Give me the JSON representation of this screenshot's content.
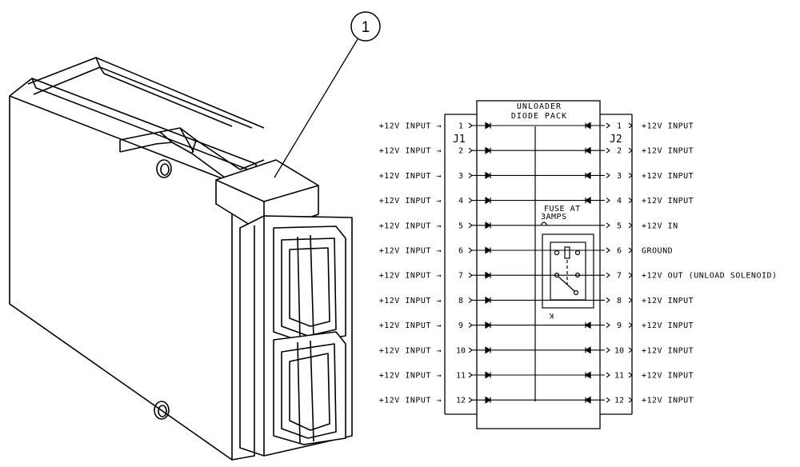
{
  "callout": {
    "number": "1"
  },
  "pack": {
    "title_line1": "UNLOADER",
    "title_line2": "DIODE PACK",
    "j1_label": "J1",
    "j2_label": "J2",
    "fuse_line1": "FUSE AT",
    "fuse_line2": "3AMPS",
    "relay_mark": "K"
  },
  "pins": [
    {
      "left_label": "+12V INPUT",
      "left_num": "1",
      "right_num": "1",
      "right_label": "+12V INPUT"
    },
    {
      "left_label": "+12V INPUT",
      "left_num": "2",
      "right_num": "2",
      "right_label": "+12V INPUT"
    },
    {
      "left_label": "+12V INPUT",
      "left_num": "3",
      "right_num": "3",
      "right_label": "+12V INPUT"
    },
    {
      "left_label": "+12V INPUT",
      "left_num": "4",
      "right_num": "4",
      "right_label": "+12V INPUT"
    },
    {
      "left_label": "+12V INPUT",
      "left_num": "5",
      "right_num": "5",
      "right_label": "+12V IN"
    },
    {
      "left_label": "+12V INPUT",
      "left_num": "6",
      "right_num": "6",
      "right_label": "GROUND"
    },
    {
      "left_label": "+12V INPUT",
      "left_num": "7",
      "right_num": "7",
      "right_label": "+12V OUT (UNLOAD SOLENOID)"
    },
    {
      "left_label": "+12V INPUT",
      "left_num": "8",
      "right_num": "8",
      "right_label": "+12V INPUT"
    },
    {
      "left_label": "+12V INPUT",
      "left_num": "9",
      "right_num": "9",
      "right_label": "+12V INPUT"
    },
    {
      "left_label": "+12V INPUT",
      "left_num": "10",
      "right_num": "10",
      "right_label": "+12V INPUT"
    },
    {
      "left_label": "+12V INPUT",
      "left_num": "11",
      "right_num": "11",
      "right_label": "+12V INPUT"
    },
    {
      "left_label": "+12V INPUT",
      "left_num": "12",
      "right_num": "12",
      "right_label": "+12V INPUT"
    }
  ]
}
